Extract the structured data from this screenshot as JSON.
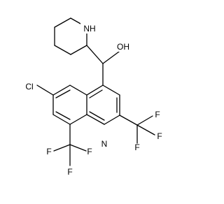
{
  "molecule": {
    "atoms": {
      "nh": "NH",
      "oh": "OH",
      "cl": "Cl",
      "n_ring": "N",
      "f_c2_1": "F",
      "f_c2_2": "F",
      "f_c2_3": "F",
      "f_c8_1": "F",
      "f_c8_2": "F",
      "f_c8_3": "F"
    }
  }
}
